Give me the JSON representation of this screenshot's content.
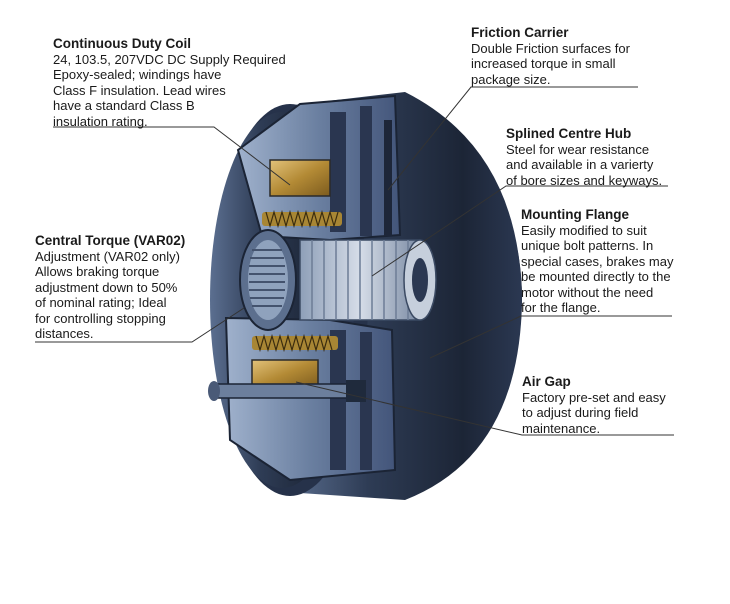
{
  "callouts": {
    "coil": {
      "title": "Continuous Duty Coil",
      "lines": [
        "24, 103.5, 207VDC DC Supply Required",
        "Epoxy-sealed; windings have",
        "Class F insulation. Lead wires",
        "have a standard Class B",
        "insulation rating."
      ]
    },
    "friction": {
      "title": "Friction Carrier",
      "lines": [
        "Double Friction surfaces for",
        "increased torque in small",
        "package size."
      ]
    },
    "hub": {
      "title": "Splined Centre Hub",
      "lines": [
        "Steel for wear resistance",
        "and available in a varierty",
        "of bore sizes and keyways."
      ]
    },
    "flange": {
      "title": "Mounting Flange",
      "lines": [
        "Easily modified to suit",
        "unique bolt patterns. In",
        "special cases, brakes may",
        "be mounted directly to the",
        "motor without the need",
        "for the flange."
      ]
    },
    "torque": {
      "title": "Central Torque (VAR02)",
      "lines": [
        "Adjustment (VAR02 only)",
        "Allows braking torque",
        "adjustment down to 50%",
        "of nominal rating; Ideal",
        "for controlling stopping",
        "distances."
      ]
    },
    "airgap": {
      "title": "Air Gap",
      "lines": [
        "Factory pre-set and easy",
        "to adjust during field",
        "maintenance."
      ]
    }
  },
  "colors": {
    "metal_dark": "#1f2a3c",
    "metal_mid": "#3d5070",
    "metal_light": "#7f94b3",
    "coil_gold": "#c9a24a",
    "leader_line": "#333333"
  }
}
